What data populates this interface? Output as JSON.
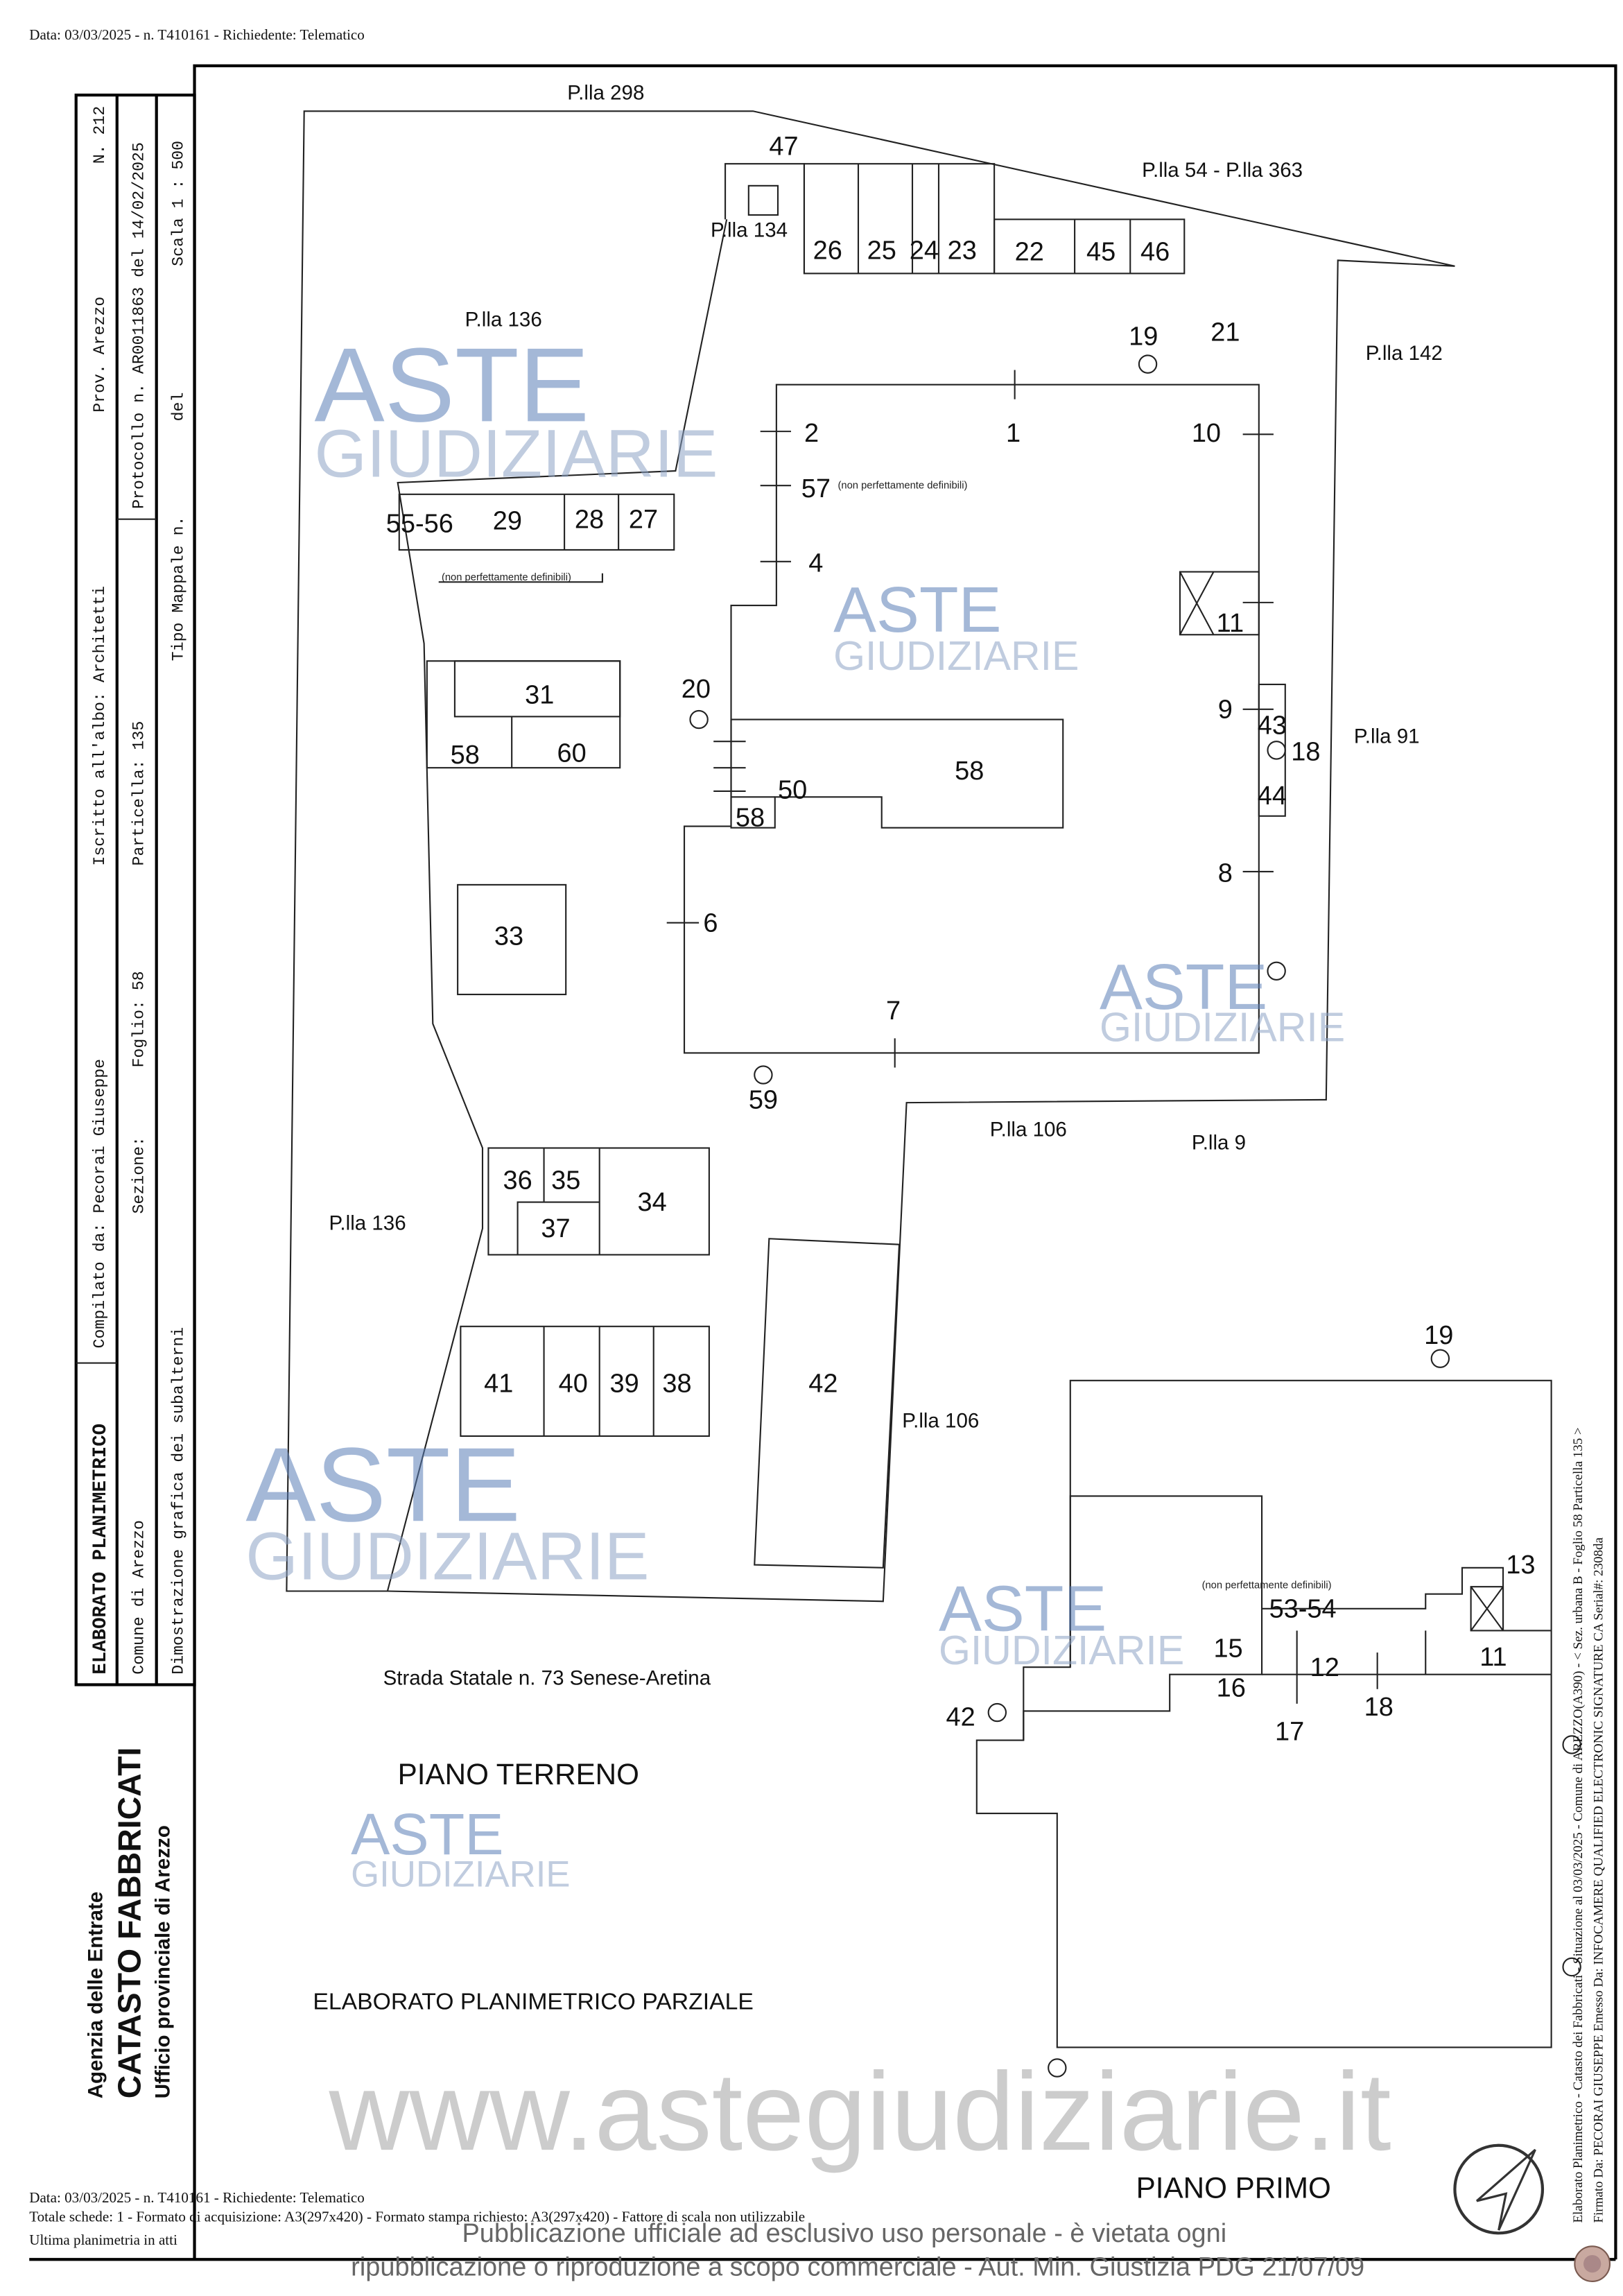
{
  "header": {
    "top_line": "Data: 03/03/2025 - n. T410161 - Richiedente: Telematico"
  },
  "title_block": {
    "doc_type": "ELABORATO PLANIMETRICO",
    "compiled_by": "Compilato da: Pecorai Giuseppe",
    "registered": "Iscritto all'albo: Architetti",
    "province": "Prov. Arezzo",
    "number": "N. 212",
    "municipality": "Comune di Arezzo",
    "section": "Sezione:",
    "sheet": "Foglio: 58",
    "parcel": "Particella: 135",
    "protocol": "Protocollo n.  AR0011863  del 14/02/2025",
    "demo": "Dimostrazione grafica dei subalterni",
    "map_type": "Tipo Mappale n.",
    "map_del": "del",
    "scale": "Scala 1 : 500"
  },
  "agency": {
    "line1": "Agenzia delle Entrate",
    "line2": "CATASTO FABBRICATI",
    "line3": "Ufficio provinciale di  Arezzo"
  },
  "parcels": {
    "p298": "P.lla 298",
    "p54_363": "P.lla 54 - P.lla 363",
    "p134": "P.lla 134",
    "p136a": "P.lla 136",
    "p142": "P.lla 142",
    "p91": "P.lla 91",
    "p106a": "P.lla 106",
    "p9": "P.lla 9",
    "p136b": "P.lla 136",
    "p106b": "P.lla 106"
  },
  "road": "Strada Statale n. 73 Senese-Aretina",
  "floors": {
    "ground": "PIANO TERRENO",
    "first": "PIANO PRIMO"
  },
  "partial_title": "ELABORATO PLANIMETRICO PARZIALE",
  "notes": {
    "not_definable": "(non perfettamente definibili)"
  },
  "subalterni": {
    "s47": "47",
    "s26": "26",
    "s25": "25",
    "s24": "24",
    "s23": "23",
    "s22": "22",
    "s45": "45",
    "s46": "46",
    "s19": "19",
    "s21": "21",
    "s2": "2",
    "s1": "1",
    "s10": "10",
    "s57": "57",
    "s4": "4",
    "s55_56": "55-56",
    "s29": "29",
    "s28": "28",
    "s27": "27",
    "s11": "11",
    "s20": "20",
    "s31": "31",
    "s58a": "58",
    "s60": "60",
    "s50": "50",
    "s58b": "58",
    "s58c": "58",
    "s9": "9",
    "s43": "43",
    "s18": "18",
    "s44": "44",
    "s8": "8",
    "s6": "6",
    "s33": "33",
    "s7": "7",
    "s59": "59",
    "s36": "36",
    "s35": "35",
    "s37": "37",
    "s34": "34",
    "s41": "41",
    "s40": "40",
    "s39": "39",
    "s38": "38",
    "s42": "42",
    "p19": "19",
    "p13": "13",
    "p53_54": "53-54",
    "p15": "15",
    "p12": "12",
    "p11": "11",
    "p16": "16",
    "p18": "18",
    "p17": "17",
    "p42": "42"
  },
  "watermark": {
    "logo_top": "ASTE",
    "logo_bottom": "GIUDIZIARIE",
    "site": "www.astegiudiziarie.it"
  },
  "notice": {
    "line1": "Pubblicazione ufficiale ad esclusivo uso personale - è vietata ogni",
    "line2": "ripubblicazione o riproduzione a scopo commerciale - Aut. Min. Giustizia PDG 21/07/09"
  },
  "footer": {
    "line1": "Data: 03/03/2025 - n. T410161 - Richiedente: Telematico",
    "line2": "Totale schede: 1 - Formato di acquisizione: A3(297x420) - Formato stampa richiesto: A3(297x420) - Fattore di scala non utilizzabile",
    "line3": "Ultima planimetria in atti"
  },
  "side_note": {
    "line1": "Elaborato Planimetrico - Catasto dei Fabbricati - Situazione al 03/03/2025 - Comune di AREZZO(A390) - < Sez. urbana B - Foglio 58 Particella 135 >",
    "line2": "Firmato Da: PECORAI GIUSEPPE Emesso Da: INFOCAMERE QUALIFIED ELECTRONIC SIGNATURE CA Serial#: 2308da"
  },
  "icons": {
    "compass": "north-arrow-icon",
    "seal": "seal-icon",
    "stair": "staircase-icon",
    "meter": "utility-meter-icon"
  }
}
